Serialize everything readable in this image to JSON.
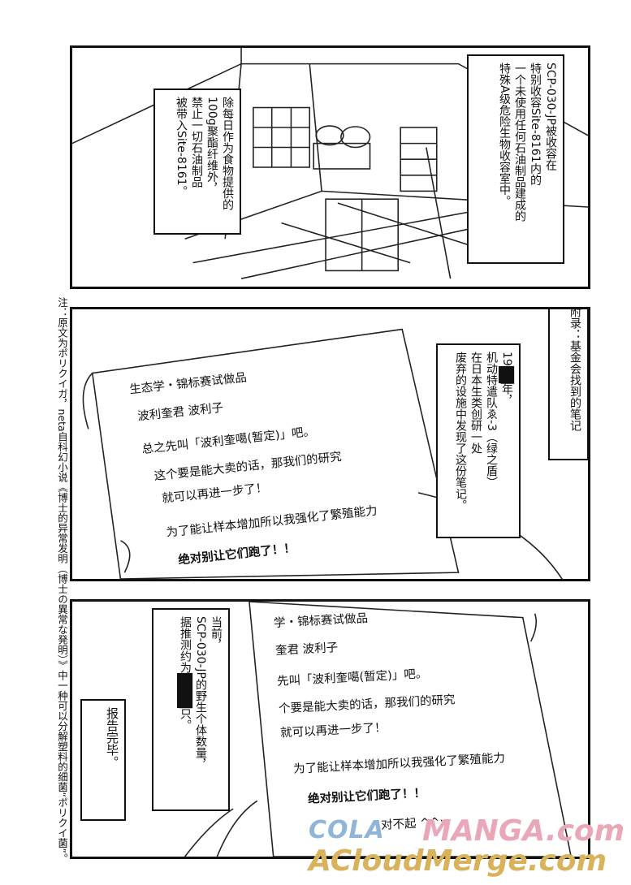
{
  "panel1": {
    "caption_right": [
      "SCP-030-JP被收容在",
      "特别收容Site-8161内的",
      "一个未使用任何石油制品建成的",
      "特殊A级危险生物收容室中。"
    ],
    "caption_left": [
      "除每日作为食物提供的",
      "100g聚酯纤维外，",
      "禁止一切石油制品",
      "被带入Site-8161。"
    ]
  },
  "note": "注：原文为ポリクイガ，neta自科幻小说《博士的异常发明（博士の異常な発明）》中一种可以分解塑料的细菌“ポリクイ菌”。",
  "panel2": {
    "caption_appendix": "附录：基金会找到的笔记",
    "caption_found": {
      "year_prefix": "19",
      "year_suffix": "年，",
      "lines": [
        "机动特遣队ゑ-3（绿之盾）",
        "在日本生类创研一处",
        "废弃的设施中发现了这份笔记。"
      ]
    },
    "memo": {
      "line1": "生态学・锦标赛试做品",
      "line2": "波利奎君 波利子",
      "line3": "总之先叫「波利奎噶(暂定)」吧。",
      "line4": "这个要是能大卖的话，那我们的研究",
      "line5": "就可以再进一步了！",
      "line6": "为了能让样本增加所以我强化了繁殖能力",
      "line7": "绝对别让它们跑了！！"
    }
  },
  "panel3": {
    "caption_estimate": {
      "lines": [
        "当前，",
        "SCP-030-JP的野生个体数量，",
        "据推测约为"
      ],
      "suffix": "只。"
    },
    "caption_end": "报告完毕。",
    "memo": {
      "line1": "学・锦标赛试做品",
      "line2": "奎君 波利子",
      "line3": "先叫「波利奎噶(暂定)」吧。",
      "line4": "个要是能大卖的话，那我们的研究",
      "line5": "就可以再进一步了！",
      "line6": "为了能让样本增加所以我强化了繁殖能力",
      "line7": "绝对别让它们跑了！！",
      "line8": "对不起 ^^;"
    }
  },
  "watermark": {
    "cola": "COLA",
    "manga": "MANGA.com",
    "acm": "ACloudMerge.com"
  }
}
